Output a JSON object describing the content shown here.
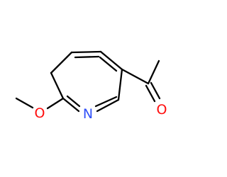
{
  "molecule": {
    "atoms": [
      {
        "id": "N1",
        "element": "N",
        "label": "N",
        "color": "#3050F8"
      },
      {
        "id": "O_methoxy",
        "element": "O",
        "label": "O",
        "color": "#FF0D0D"
      },
      {
        "id": "O_carbonyl",
        "element": "O",
        "label": "O",
        "color": "#FF0D0D"
      }
    ],
    "bond_color": "#000000",
    "background": "#FFFFFF"
  }
}
